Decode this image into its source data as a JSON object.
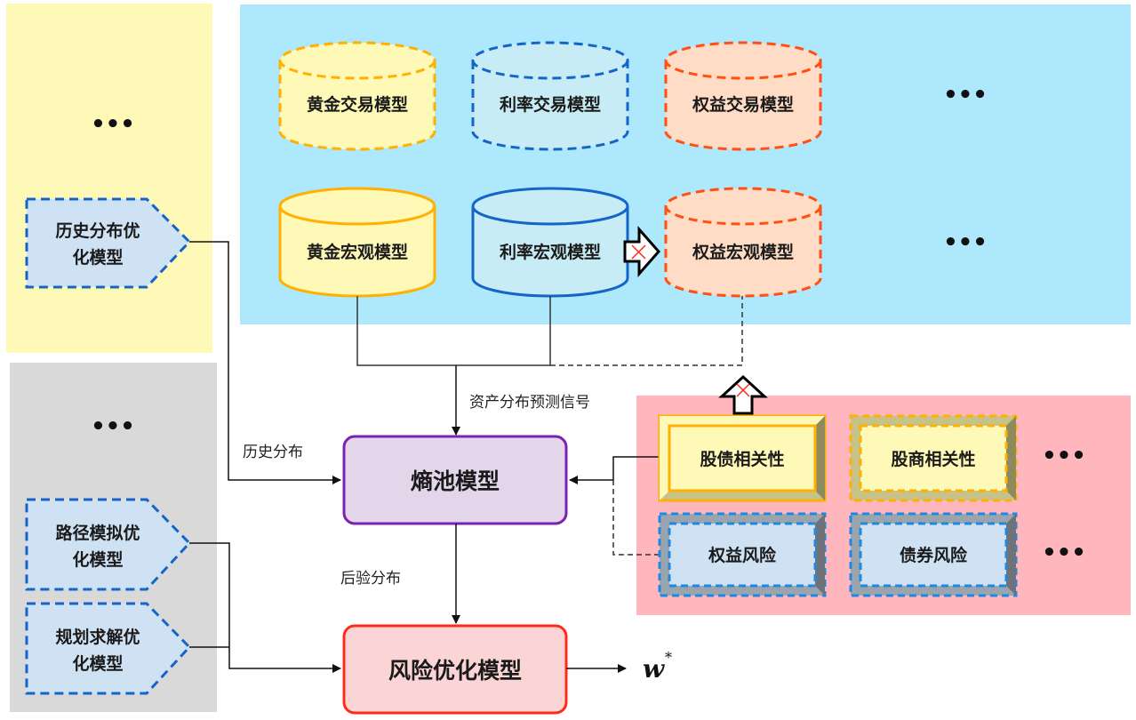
{
  "colors": {
    "yellow_panel": "#fff9b8",
    "gray_panel": "#d9d9d9",
    "blue_panel": "#aee8fd",
    "pink_panel": "#ffb6bd",
    "gold": "#ffb000",
    "blue": "#1565c8",
    "orange_red": "#ff4f12",
    "purple": "#7b22b0",
    "red": "#ff2a1a"
  },
  "left_top_panel": {
    "ellipsis": "•••",
    "model": {
      "line1": "历史分布优",
      "line2": "化模型"
    }
  },
  "left_bottom_panel": {
    "ellipsis": "•••",
    "models": [
      {
        "line1": "路径模拟优",
        "line2": "化模型"
      },
      {
        "line1": "规划求解优",
        "line2": "化模型"
      }
    ]
  },
  "top_panel": {
    "row1": [
      "黄金交易模型",
      "利率交易模型",
      "权益交易模型"
    ],
    "row2": [
      "黄金宏观模型",
      "利率宏观模型",
      "权益宏观模型"
    ],
    "ellipsis": "•••"
  },
  "right_panel": {
    "row1": [
      "股债相关性",
      "股商相关性"
    ],
    "row2": [
      "权益风险",
      "债券风险"
    ],
    "ellipsis": "•••"
  },
  "center": {
    "entropy_pool": "熵池模型",
    "risk_opt": "风险优化模型",
    "output_symbol": "w",
    "output_sup": "*"
  },
  "edge_labels": {
    "asset_signal": "资产分布预测信号",
    "history_dist": "历史分布",
    "posterior_dist": "后验分布"
  }
}
